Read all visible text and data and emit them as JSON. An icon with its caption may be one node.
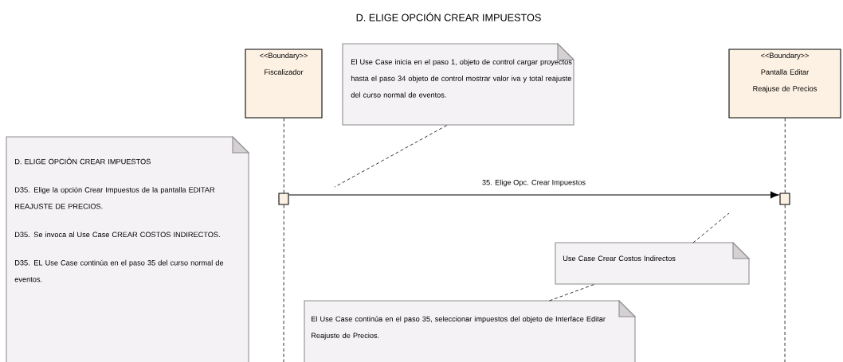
{
  "diagram": {
    "title": "D. ELIGE OPCIÓN CREAR IMPUESTOS",
    "nodes": [
      {
        "text": [
          "<<Boundary>>",
          "Fiscalizador"
        ]
      },
      {
        "text": [
          "<<Boundary>>",
          "Pantalla Editar Reajuse de Precios"
        ]
      },
      {
        "text": [
          "El Use Case inicia en el paso 1, objeto de control cargar proyectos hasta el paso 34 objeto de control mostrar valor iva y total reajuste del curso normal de eventos."
        ]
      },
      {
        "text": [
          "D. ELIGE OPCIÓN CREAR IMPUESTOS",
          "D35. Elige la opción Crear Impuestos de la pantalla EDITAR REAJUSTE DE PRECIOS.",
          "D35. Se invoca al Use Case CREAR COSTOS INDIRECTOS.",
          "D35. EL Use Case continúa en el paso 35 del curso normal de eventos."
        ]
      },
      {
        "text": [],
        "shape": "bar"
      },
      {
        "text": [],
        "shape": "bar"
      },
      {
        "text": [
          "Use Case Crear Costos Indirectos"
        ]
      },
      {
        "text": [
          "El Use Case continúa en el paso 35, seleccionar impuestos del objeto de Interface Editar Reajuste de Precios."
        ]
      }
    ],
    "edges": [
      {
        "from": 0,
        "to": 4,
        "arrow": "none",
        "style": "dashed"
      },
      {
        "from": 4,
        "to": null,
        "arrow": "none",
        "style": "dashed"
      },
      {
        "from": 1,
        "to": 5,
        "arrow": "none",
        "style": "dashed"
      },
      {
        "from": 5,
        "to": null,
        "arrow": "none",
        "style": "dashed"
      },
      {
        "from": 4,
        "to": 5,
        "arrow": "to",
        "label": "35. Elige Opc. Crear Impuestos"
      },
      {
        "from": 2,
        "to": null,
        "arrow": "none",
        "style": "dashed"
      },
      {
        "from": 6,
        "to": null,
        "arrow": "none",
        "style": "dashed"
      },
      {
        "from": 7,
        "to": 6,
        "arrow": "none",
        "style": "dashed"
      }
    ]
  }
}
